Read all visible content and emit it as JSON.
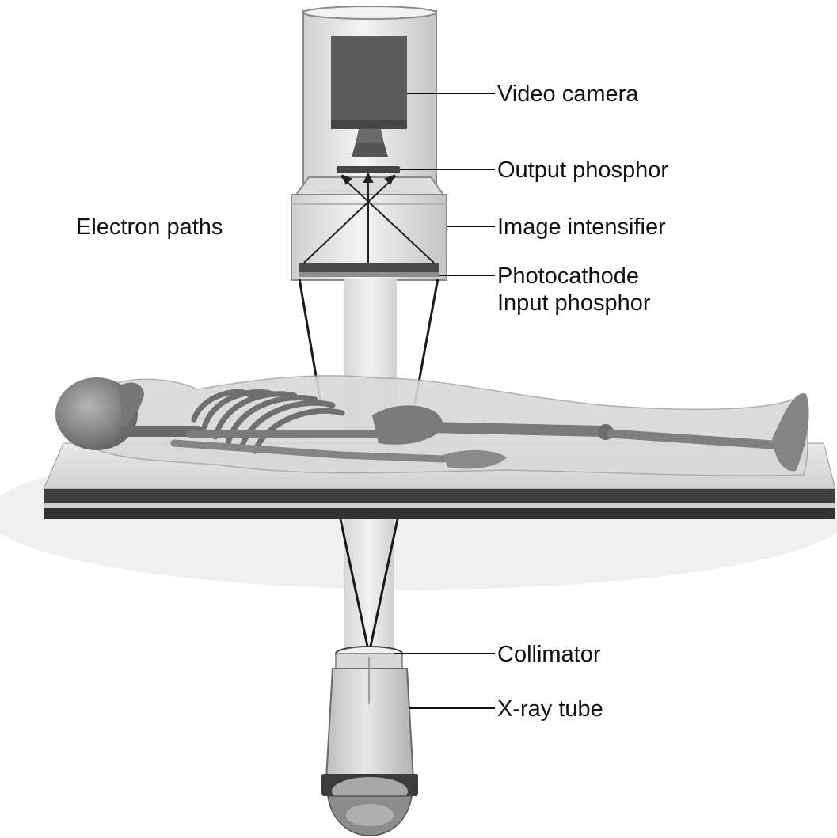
{
  "labels": {
    "video_camera": "Video camera",
    "output_phosphor": "Output phosphor",
    "electron_paths": "Electron paths",
    "image_intensifier": "Image intensifier",
    "photocathode": "Photocathode",
    "input_phosphor": "Input phosphor",
    "collimator": "Collimator",
    "xray_tube": "X-ray tube"
  },
  "colors": {
    "ink": "#111111",
    "housing": "#e6e6e6",
    "camera_body": "#5c5c5c",
    "table_top": "#d9d9d9",
    "table_rail": "#3a3a3a",
    "bone": "#8a8a8a"
  }
}
